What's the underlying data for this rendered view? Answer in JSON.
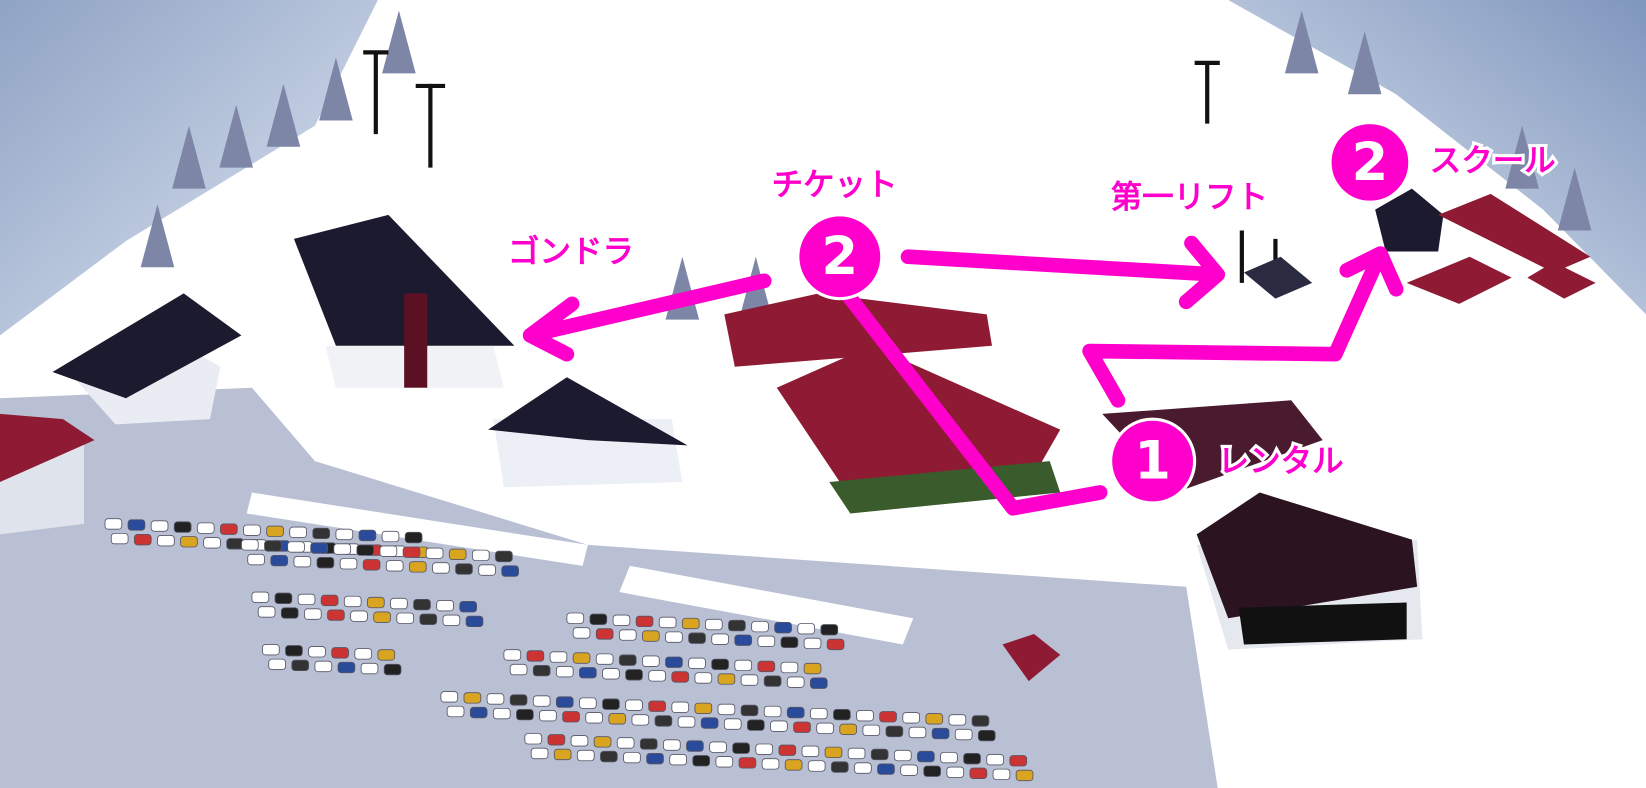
{
  "colors": {
    "accent": "#ff00cc",
    "roof_red": "#8e1a33",
    "roof_dark": "#1c1a2e",
    "lot": "#b9c0d3",
    "snow": "#ffffff"
  },
  "markers": [
    {
      "number": "2",
      "label": "チケット"
    },
    {
      "number": "2",
      "label": "スクール"
    },
    {
      "number": "1",
      "label": "レンタル"
    }
  ],
  "places": {
    "gondola": "ゴンドラ",
    "first_lift": "第一リフト"
  }
}
